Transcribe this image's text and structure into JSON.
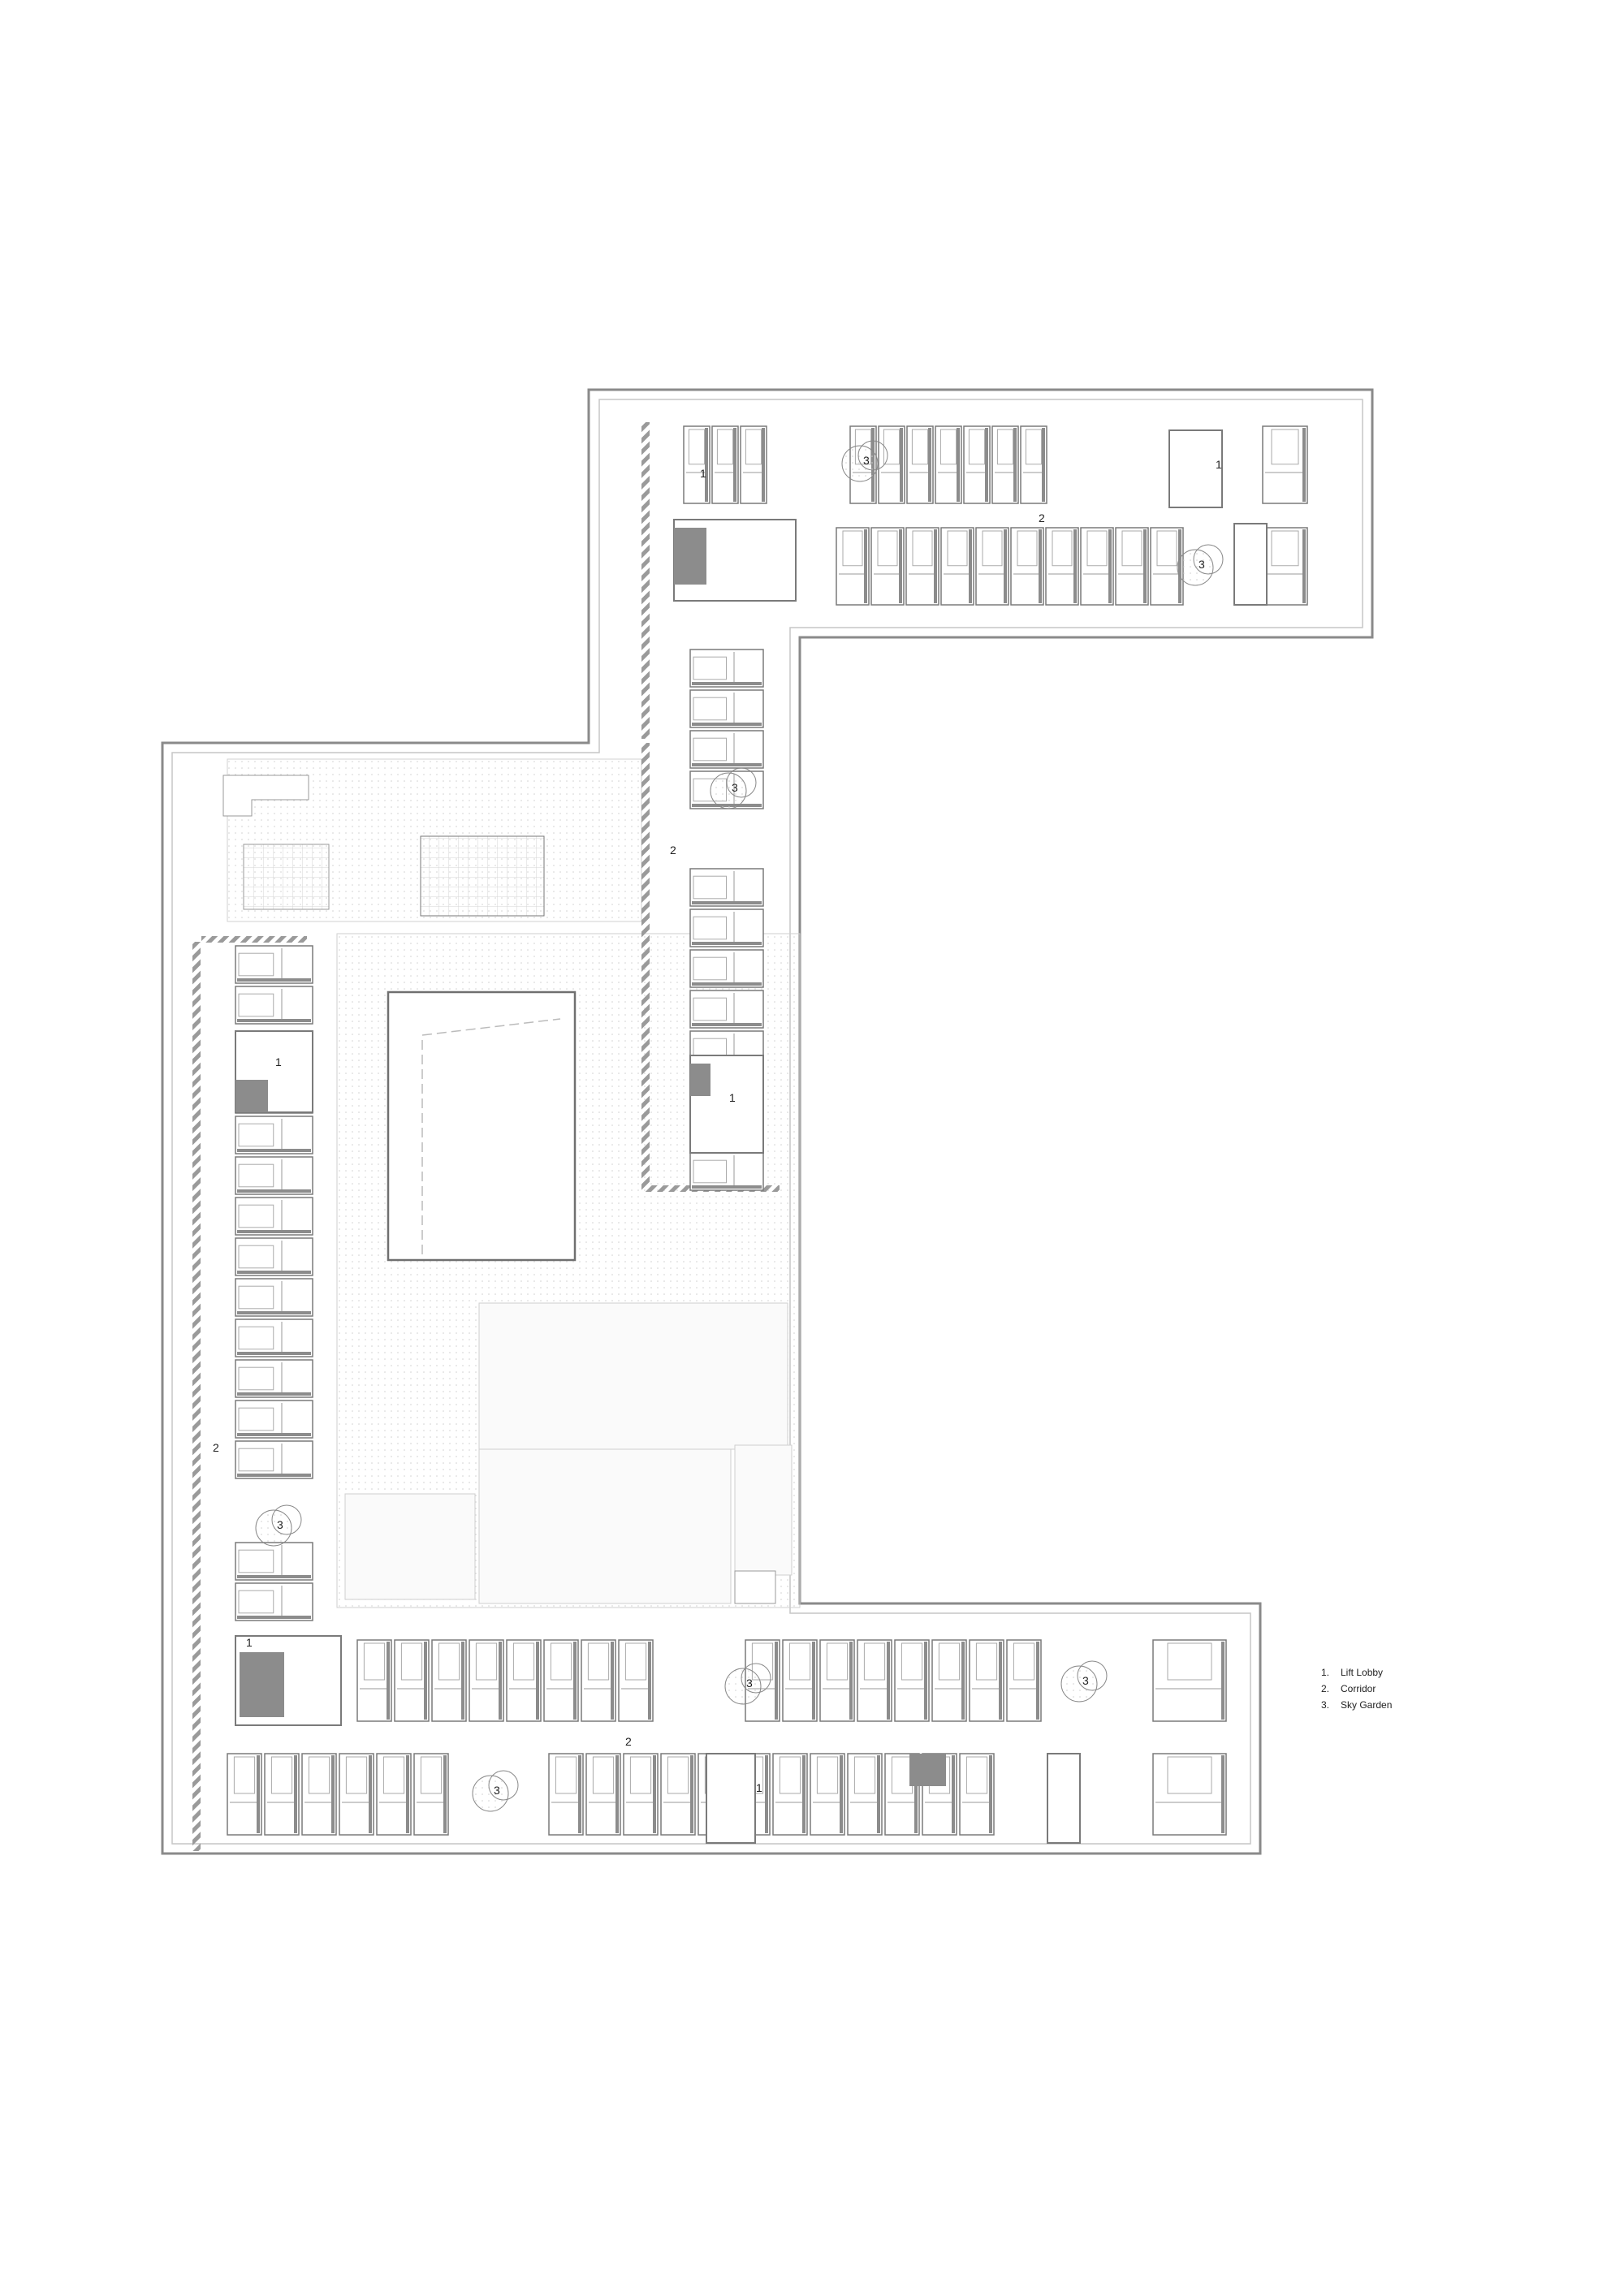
{
  "legend": [
    {
      "number": "1.",
      "label": "Lift Lobby"
    },
    {
      "number": "2.",
      "label": "Corridor"
    },
    {
      "number": "3.",
      "label": "Sky Garden"
    }
  ],
  "markers": {
    "lift_lobby": "1",
    "corridor": "2",
    "sky_garden": "3"
  },
  "colors": {
    "line": "#7a7a7a",
    "fill_dark": "#8c8c8c",
    "fill_light": "#efefef",
    "background": "#ffffff"
  }
}
